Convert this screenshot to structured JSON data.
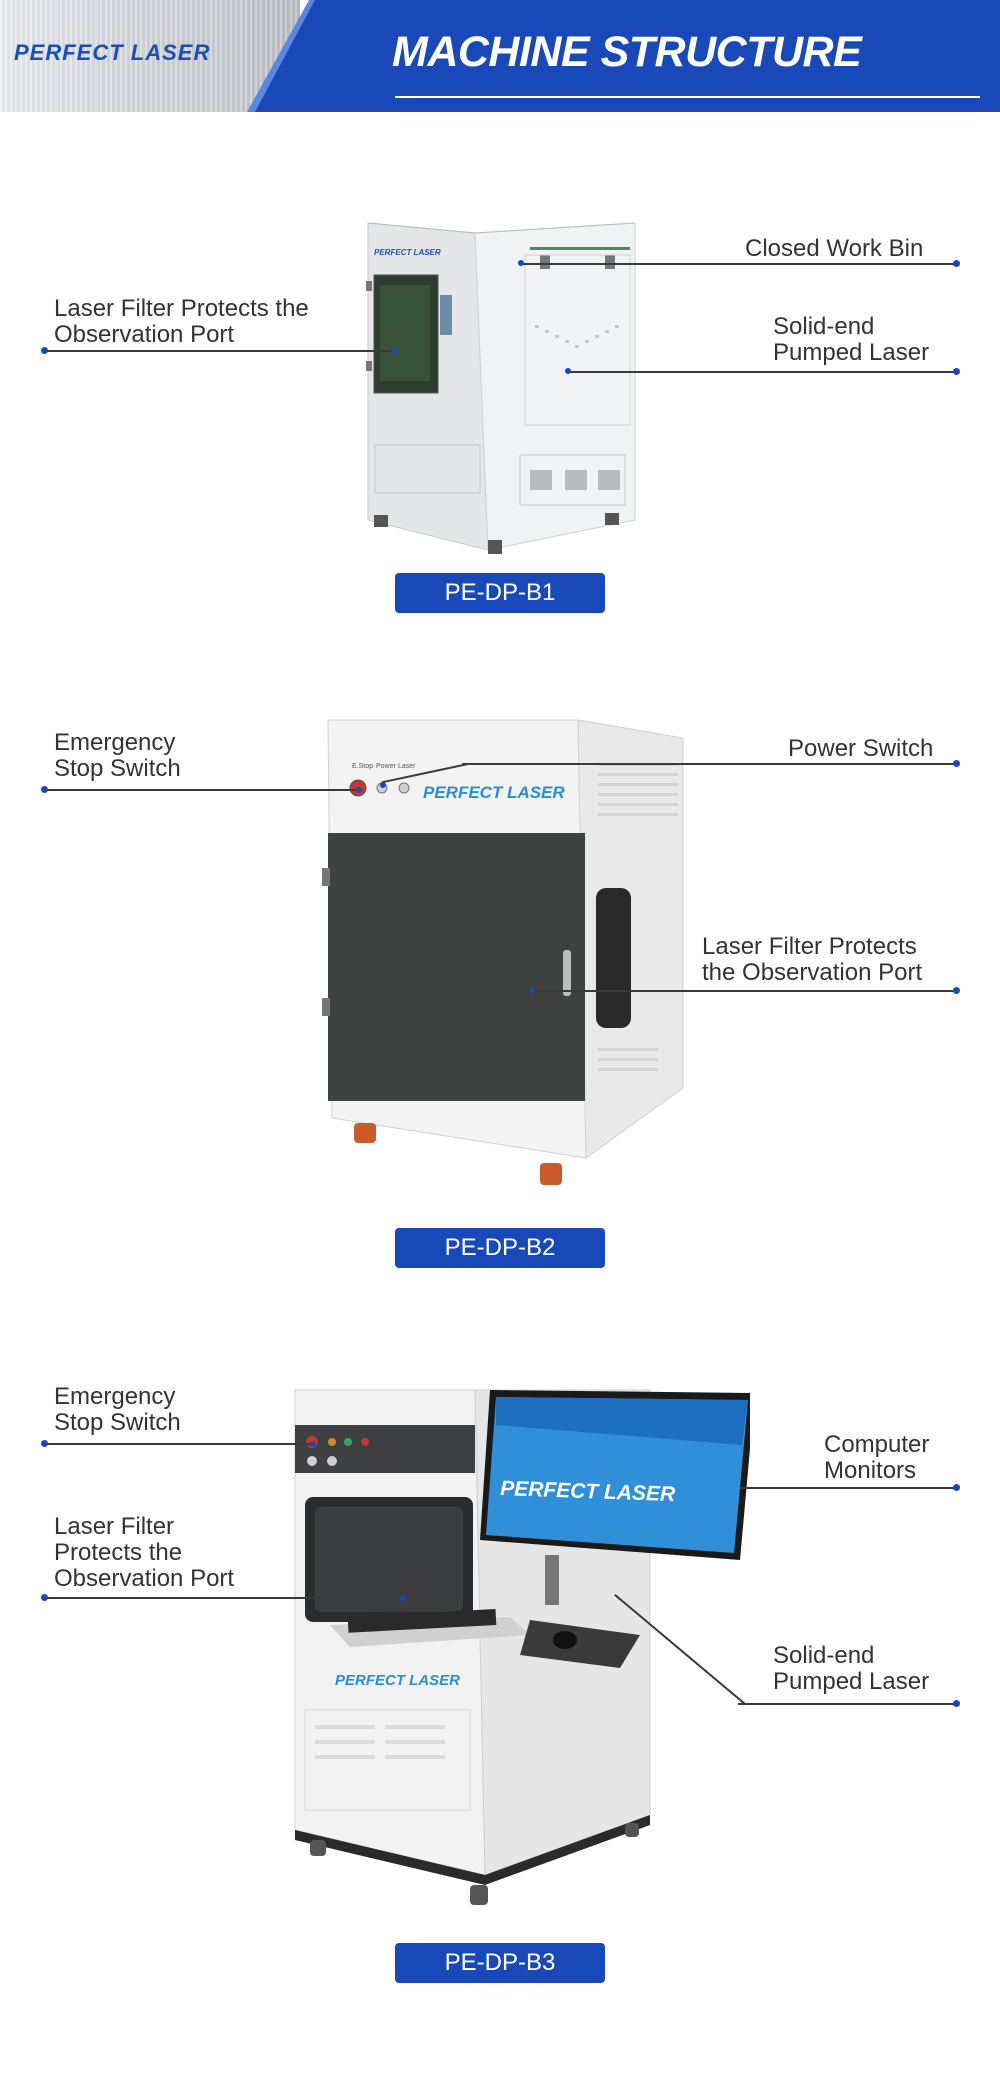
{
  "header": {
    "logo": "PERFECT LASER",
    "title": "MACHINE STRUCTURE"
  },
  "sections": [
    {
      "model": "PE-DP-B1",
      "callouts": {
        "left_1": [
          "Laser Filter Protects the",
          "Observation Port"
        ],
        "right_1": "Closed Work Bin",
        "right_2": [
          "Solid-end",
          "Pumped Laser"
        ]
      },
      "machine_logo": "PERFECT LASER"
    },
    {
      "model": "PE-DP-B2",
      "callouts": {
        "left_1": [
          "Emergency",
          "Stop Switch"
        ],
        "right_1": "Power Switch",
        "right_2": [
          "Laser Filter Protects",
          "the Observation Port"
        ]
      },
      "machine_logo": "PERFECT LASER",
      "panel_labels": [
        "E.Stop",
        "Power",
        "Laser"
      ]
    },
    {
      "model": "PE-DP-B3",
      "callouts": {
        "left_1": [
          "Emergency",
          "Stop Switch"
        ],
        "left_2": [
          "Laser Filter",
          "Protects the",
          "Observation Port"
        ],
        "right_1": [
          "Computer",
          "Monitors"
        ],
        "right_2": [
          "Solid-end",
          "Pumped Laser"
        ]
      },
      "machine_logo": "PERFECT LASER",
      "monitor_logo": "PERFECT LASER"
    }
  ]
}
